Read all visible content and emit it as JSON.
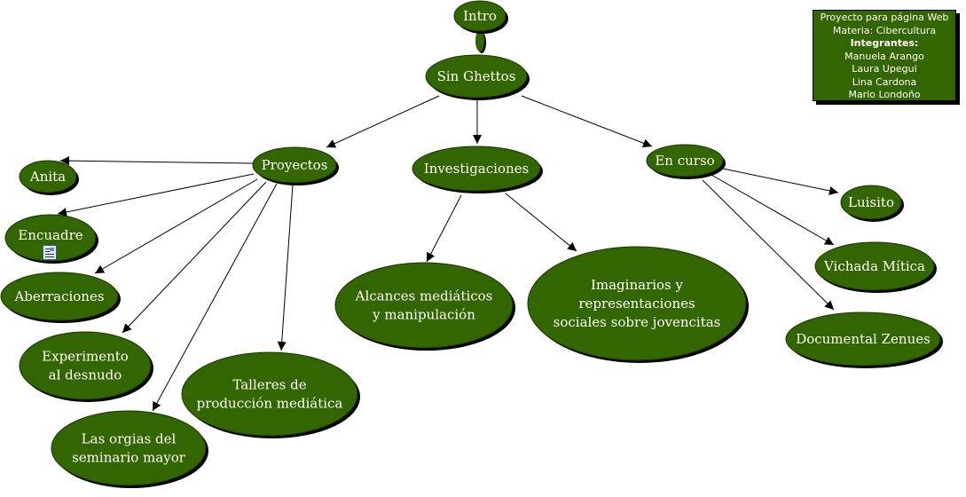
{
  "colors": {
    "node_fill": "#336600",
    "node_shadow": "#000000",
    "text": "#ffffff",
    "edge": "#000000"
  },
  "info_box": {
    "line1": "Proyecto para página Web",
    "line2": "Materia: Cibercultura",
    "heading": "Integrantes:",
    "members": [
      "Manuela Arango",
      "Laura Upegui",
      "Lina Cardona",
      "Mario Londoño"
    ]
  },
  "nodes": {
    "intro": {
      "lines": [
        "Intro"
      ]
    },
    "sin_ghettos": {
      "lines": [
        "Sin Ghettos"
      ]
    },
    "proyectos": {
      "lines": [
        "Proyectos"
      ]
    },
    "investigaciones": {
      "lines": [
        "Investigaciones"
      ]
    },
    "en_curso": {
      "lines": [
        "En curso"
      ]
    },
    "anita": {
      "lines": [
        "Anita"
      ]
    },
    "encuadre": {
      "lines": [
        "Encuadre"
      ],
      "icon": "document-icon"
    },
    "aberraciones": {
      "lines": [
        "Aberraciones"
      ]
    },
    "experimento": {
      "lines": [
        "Experimento",
        "al desnudo"
      ]
    },
    "orgias": {
      "lines": [
        "Las orgias del",
        "seminario mayor"
      ]
    },
    "talleres": {
      "lines": [
        "Talleres de",
        "producción mediática"
      ]
    },
    "alcances": {
      "lines": [
        "Alcances mediáticos",
        "y manipulación"
      ]
    },
    "imaginarios": {
      "lines": [
        "Imaginarios y",
        "representaciones",
        "sociales sobre jovencitas"
      ]
    },
    "luisito": {
      "lines": [
        "Luisito"
      ]
    },
    "vichada": {
      "lines": [
        "Vichada Mítica"
      ]
    },
    "documental": {
      "lines": [
        "Documental Zenues"
      ]
    }
  },
  "edges": [
    [
      "sin_ghettos",
      "proyectos"
    ],
    [
      "sin_ghettos",
      "investigaciones"
    ],
    [
      "sin_ghettos",
      "en_curso"
    ],
    [
      "proyectos",
      "anita"
    ],
    [
      "proyectos",
      "encuadre"
    ],
    [
      "proyectos",
      "aberraciones"
    ],
    [
      "proyectos",
      "experimento"
    ],
    [
      "proyectos",
      "orgias"
    ],
    [
      "proyectos",
      "talleres"
    ],
    [
      "investigaciones",
      "alcances"
    ],
    [
      "investigaciones",
      "imaginarios"
    ],
    [
      "en_curso",
      "luisito"
    ],
    [
      "en_curso",
      "vichada"
    ],
    [
      "en_curso",
      "documental"
    ]
  ]
}
